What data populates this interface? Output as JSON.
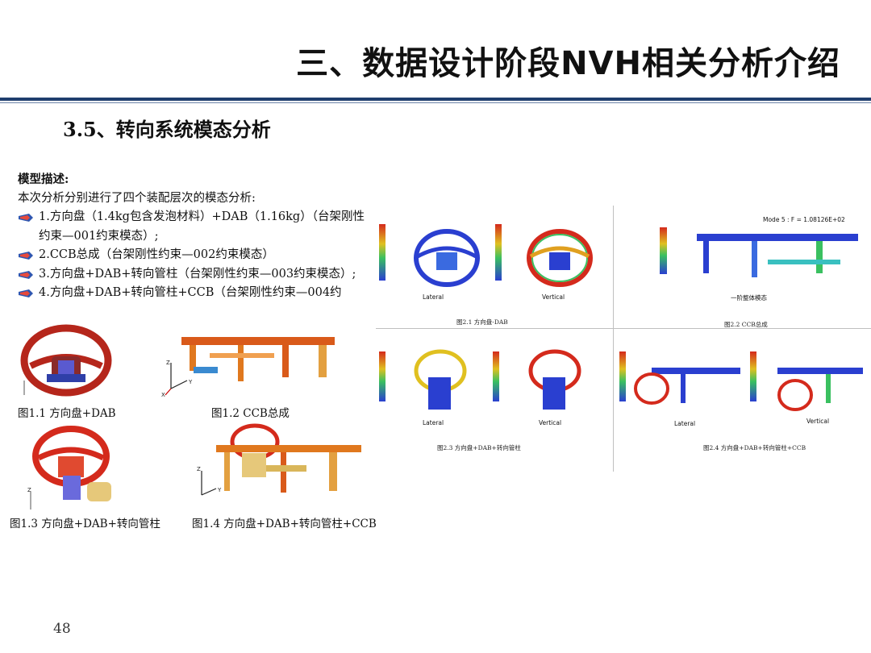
{
  "header": {
    "title": "三、数据设计阶段NVH相关分析介绍",
    "subtitle": "3.5、转向系统模态分析"
  },
  "description": {
    "heading": "模型描述:",
    "intro": "本次分析分别进行了四个装配层次的模态分析:",
    "items": [
      "1.方向盘（1.4kg包含发泡材料）+DAB（1.16kg）（台架刚性约束—001约束模态）;",
      "2.CCB总成（台架刚性约束—002约束模态）",
      "3.方向盘+DAB+转向管柱（台架刚性约束—003约束模态）;",
      "4.方向盘+DAB+转向管柱+CCB（台架刚性约束—004约"
    ]
  },
  "figures": {
    "fig1_1": "图1.1 方向盘+DAB",
    "fig1_2": "图1.2 CCB总成",
    "fig1_3": "图1.3 方向盘+DAB+转向管柱",
    "fig1_4": "图1.4 方向盘+DAB+转向管柱+CCB",
    "axis_z": "Z",
    "axis_y": "Y",
    "axis_x": "X"
  },
  "results": {
    "fig2_1": "图2.1 方向盘-DAB",
    "fig2_2": "图2.2 CCB总成",
    "fig2_3": "图2.3 方向盘+DAB+转向管柱",
    "fig2_4": "图2.4 方向盘+DAB+转向管柱+CCB",
    "lateral": "Lateral",
    "vertical": "Vertical",
    "first_mode": "一阶整体模态",
    "mode_label": "Mode 5 : F = 1.08126E+02"
  },
  "colors": {
    "title_rule": "#1f3e6e",
    "fe_red": "#d42a1c",
    "fe_blue": "#2a3fd0"
  },
  "page_number": "48"
}
